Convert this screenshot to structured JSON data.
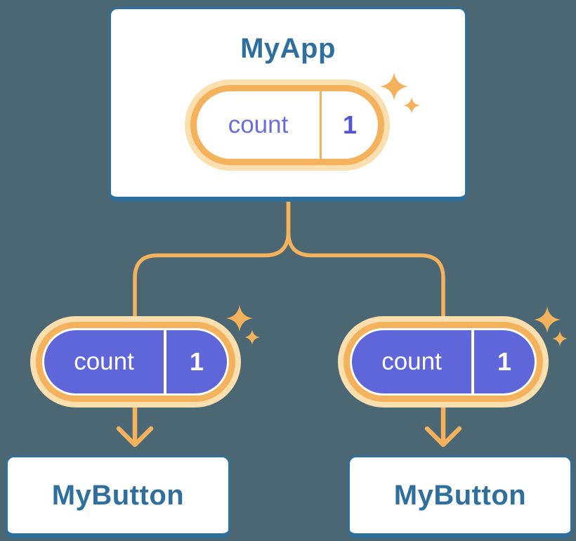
{
  "colors": {
    "background": "#4a6773",
    "card_bg": "#ffffff",
    "blue": "#2e6f9e",
    "orange": "#f5b25c",
    "orange_glow": "#fbdfae",
    "purple": "#5f66d9",
    "purple_text": "#6a6edb",
    "purple_value": "#5257cf",
    "white": "#ffffff"
  },
  "tree": {
    "root": {
      "title": "MyApp",
      "state_pill": {
        "label": "count",
        "value": "1"
      }
    },
    "children": [
      {
        "title": "MyButton",
        "pill": {
          "label": "count",
          "value": "1"
        }
      },
      {
        "title": "MyButton",
        "pill": {
          "label": "count",
          "value": "1"
        }
      }
    ]
  }
}
